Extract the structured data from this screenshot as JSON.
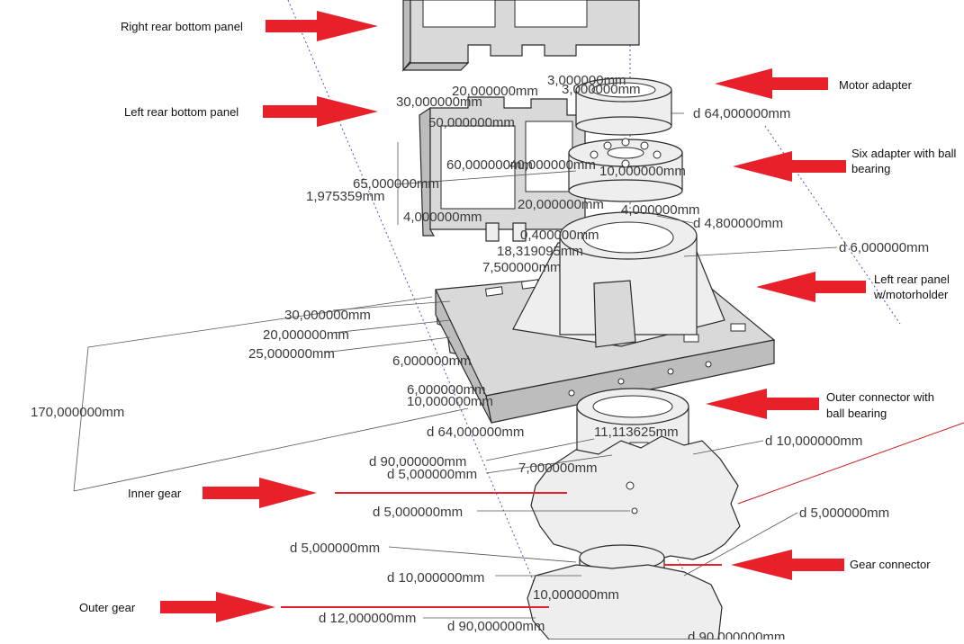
{
  "labels": {
    "right_rear_bottom_panel": "Right rear bottom panel",
    "left_rear_bottom_panel": "Left rear bottom panel",
    "motor_adapter": "Motor adapter",
    "six_adapter_line1": "Six adapter with ball",
    "six_adapter_line2": "bearing",
    "left_rear_panel_line1": "Left rear panel",
    "left_rear_panel_line2": "w/motorholder",
    "outer_connector_line1": "Outer connector with",
    "outer_connector_line2": "ball bearing",
    "inner_gear": "Inner gear",
    "gear_connector": "Gear connector",
    "outer_gear": "Outer gear"
  },
  "dimensions": {
    "d1": "3,000000mm",
    "d2": "3,000000mm",
    "d3": "30,000000mm",
    "d4": "20,000000mm",
    "d5": "50,000000mm",
    "d6": "d 64,000000mm",
    "d7": "60,000000mm",
    "d8": "40,000000mm",
    "d9": "10,000000mm",
    "d10": "65,000000mm",
    "d11": "1,975359mm",
    "d12": "4,000000mm",
    "d13": "20,000000mm",
    "d14": "4,000000mm",
    "d15": "d 4,800000mm",
    "d16": "0,400000mm",
    "d17": "18,319095mm",
    "d18": "7,500000mm",
    "d19": "d 6,000000mm",
    "d20": "30,000000mm",
    "d21": "20,000000mm",
    "d22": "25,000000mm",
    "d23": "6,000000mm",
    "d24": "6,000000mm",
    "d25": "10,000000mm",
    "d26": "170,000000mm",
    "d27": "d 64,000000mm",
    "d28": "11,113625mm",
    "d29": "d 10,000000mm",
    "d30": "d 90,000000mm",
    "d31": "d 5,000000mm",
    "d32": "7,000000mm",
    "d33": "d 5,000000mm",
    "d34": "d 5,000000mm",
    "d35": "d 5,000000mm",
    "d36": "d 10,000000mm",
    "d37": "10,000000mm",
    "d38": "d 12,000000mm",
    "d39": "d 90,000000mm",
    "d40": "d 90,000000mm"
  }
}
